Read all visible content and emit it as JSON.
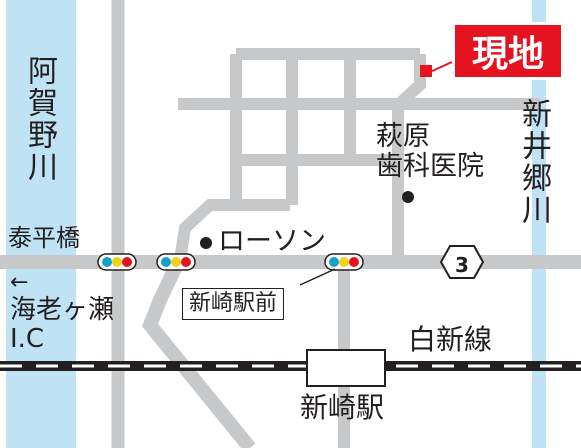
{
  "colors": {
    "road": "#c7c8ca",
    "river": "#bfe3f5",
    "accent": "#e5131f",
    "ink": "#231f20",
    "signal_blue": "#14a0c9",
    "signal_yellow": "#f4d21b",
    "signal_red": "#e5131f"
  },
  "labels": {
    "current_site": "現地",
    "river_left": "阿賀野川",
    "river_right": "新井郷川",
    "bridge": "泰平橋",
    "arrow": "←",
    "ic": "海老ヶ瀬\nI.C",
    "lawson": "ローソン",
    "clinic": "萩原\n歯科医院",
    "route": "3",
    "station_front": "新崎駅前",
    "rail_line": "白新線",
    "station": "新崎駅"
  },
  "icons": {
    "poi": "dot-icon",
    "signal": "traffic-light-icon",
    "site": "square-marker-icon"
  }
}
